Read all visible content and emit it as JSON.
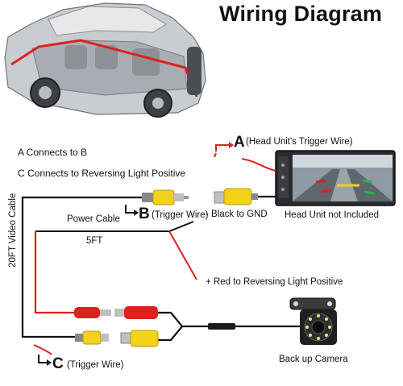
{
  "title": "Wiring Diagram",
  "notes": {
    "line1": "A Connects to B",
    "line2": "C Connects to Reversing Light Positive"
  },
  "labels": {
    "a_letter": "A",
    "a_text": "(Head Unit's Trigger Wire)",
    "b_letter": "B",
    "b_text": "(Trigger Wire)",
    "c_letter": "C",
    "c_text": "(Trigger Wire)",
    "head_unit": "Head Unit not Included",
    "power_cable": "Power Cable",
    "length": "5FT",
    "black_gnd": "- Black to GND",
    "red_reversing": "+ Red to Reversing Light Positive",
    "video_cable": "20FT Video Cable",
    "camera": "Back up Camera"
  },
  "colors": {
    "red_wire": "#d9231d",
    "black_wire": "#111111",
    "yellow_plug": "#f2d21b",
    "arrow_red": "#d9231d"
  },
  "icons": [
    "car-illustration",
    "head-unit-screen",
    "backup-camera",
    "rca-connector"
  ]
}
